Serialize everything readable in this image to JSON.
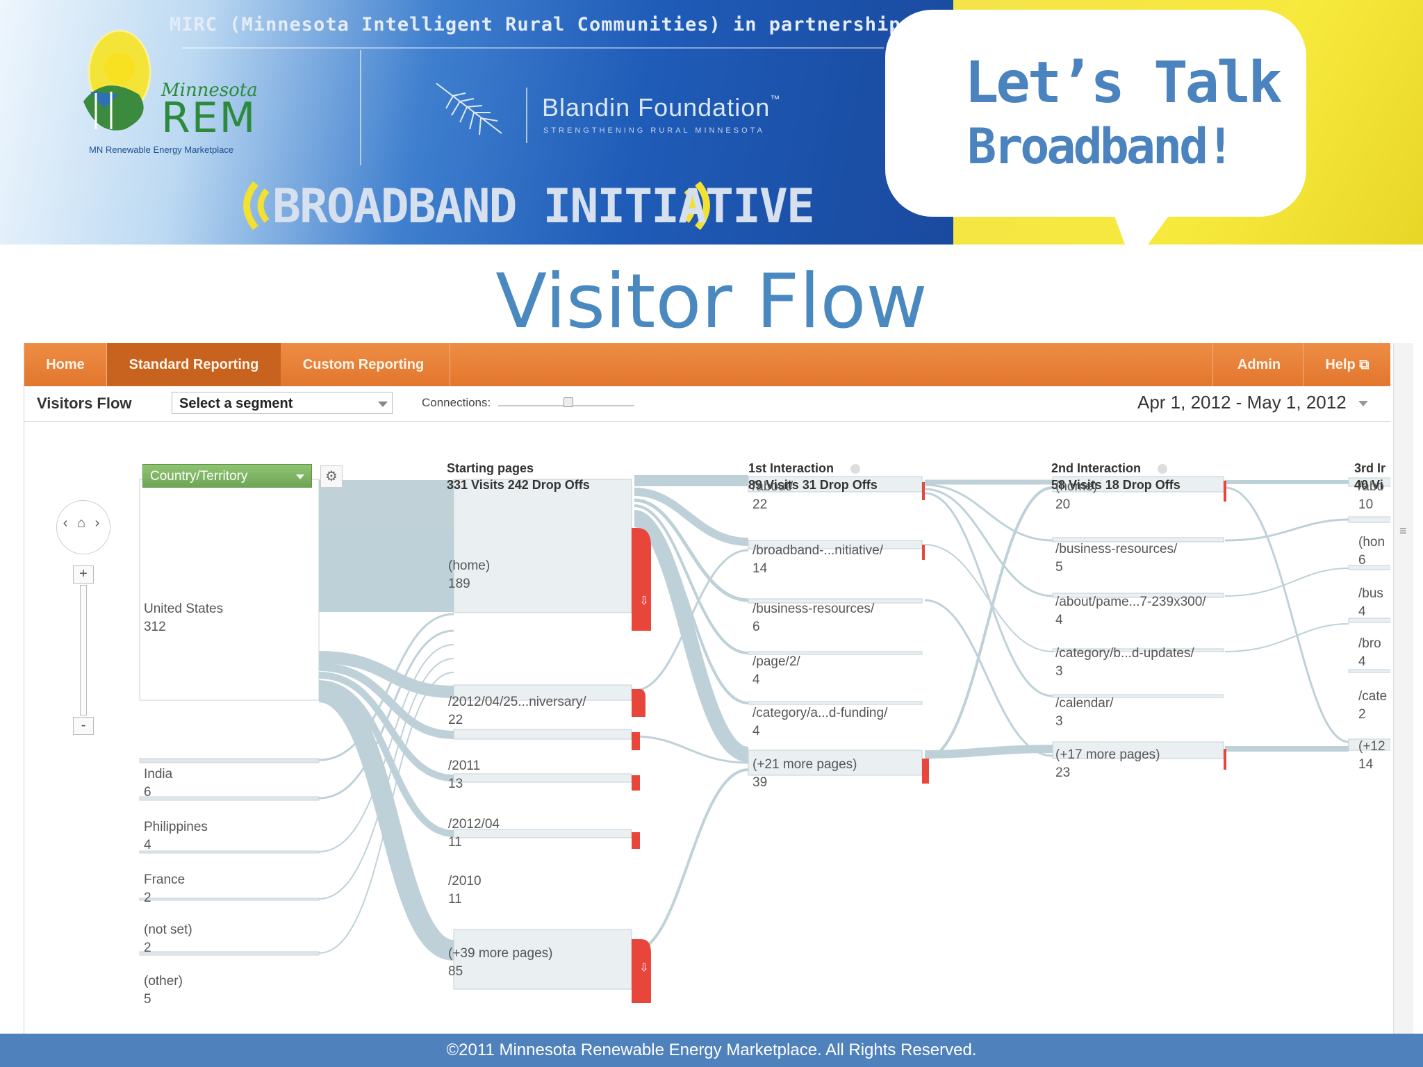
{
  "banner": {
    "partnership": "MIRC (Minnesota Intelligent Rural Communities) in partnership with:",
    "rem_name": "Minnesota",
    "rem_logo": "REM",
    "rem_sub": "MN Renewable Energy Marketplace",
    "blandin_name": "Blandin Foundation",
    "blandin_tm": "™",
    "blandin_tag": "STRENGTHENING RURAL MINNESOTA",
    "initiative": "BROADBAND INITIATIVE",
    "bubble_line1": "Let’s Talk",
    "bubble_line2": "Broadband!"
  },
  "slide_title": "Visitor Flow",
  "ga": {
    "nav": {
      "home": "Home",
      "standard": "Standard Reporting",
      "custom": "Custom Reporting",
      "admin": "Admin",
      "help": "Help ⧉"
    },
    "toolbar": {
      "title": "Visitors Flow",
      "segment": "Select a segment",
      "connections": "Connections:",
      "date_start": "Apr 1, 2012",
      "date_sep": "-",
      "date_end": "May 1, 2012"
    },
    "dimension": "Country/Territory",
    "zoom": {
      "plus": "+",
      "minus": "-",
      "nav": "‹ ⌂ ›"
    },
    "columns": {
      "start": {
        "title": "Starting pages",
        "sub": "331 Visits 242 Drop Offs"
      },
      "first": {
        "title": "1st Interaction",
        "sub": "89 Visits 31 Drop Offs"
      },
      "second": {
        "title": "2nd Interaction",
        "sub": "58 Visits 18 Drop Offs"
      },
      "third": {
        "title": "3rd Ir",
        "sub": "40 Vi"
      }
    },
    "countries": [
      {
        "name": "United States",
        "visits": "312"
      },
      {
        "name": "India",
        "visits": "6"
      },
      {
        "name": "Philippines",
        "visits": "4"
      },
      {
        "name": "France",
        "visits": "2"
      },
      {
        "name": "(not set)",
        "visits": "2"
      },
      {
        "name": "(other)",
        "visits": "5"
      }
    ],
    "starting_pages": [
      {
        "name": "(home)",
        "visits": "189"
      },
      {
        "name": "/2012/04/25...niversary/",
        "visits": "22"
      },
      {
        "name": "/2011",
        "visits": "13"
      },
      {
        "name": "/2012/04",
        "visits": "11"
      },
      {
        "name": "/2010",
        "visits": "11"
      },
      {
        "name": "(+39 more pages)",
        "visits": "85"
      }
    ],
    "first_interaction": [
      {
        "name": "/about/",
        "visits": "22"
      },
      {
        "name": "/broadband-...nitiative/",
        "visits": "14"
      },
      {
        "name": "/business-resources/",
        "visits": "6"
      },
      {
        "name": "/page/2/",
        "visits": "4"
      },
      {
        "name": "/category/a...d-funding/",
        "visits": "4"
      },
      {
        "name": "(+21 more pages)",
        "visits": "39"
      }
    ],
    "second_interaction": [
      {
        "name": "(home)",
        "visits": "20"
      },
      {
        "name": "/business-resources/",
        "visits": "5"
      },
      {
        "name": "/about/pame...7-239x300/",
        "visits": "4"
      },
      {
        "name": "/category/b...d-updates/",
        "visits": "3"
      },
      {
        "name": "/calendar/",
        "visits": "3"
      },
      {
        "name": "(+17 more pages)",
        "visits": "23"
      }
    ],
    "third_interaction": [
      {
        "name": "/abo",
        "visits": "10"
      },
      {
        "name": "(hon",
        "visits": "6"
      },
      {
        "name": "/bus",
        "visits": "4"
      },
      {
        "name": "/bro",
        "visits": "4"
      },
      {
        "name": "/cate",
        "visits": "2"
      },
      {
        "name": "(+12",
        "visits": "14"
      }
    ]
  },
  "footer": "©2011 Minnesota Renewable Energy Marketplace. All Rights Reserved.",
  "colors": {
    "nav_orange": "#e57c32",
    "flow": "#b9cdd4",
    "dropoff": "#e8463a",
    "title_blue": "#4a89bf",
    "footer_blue": "#4f81bd"
  }
}
